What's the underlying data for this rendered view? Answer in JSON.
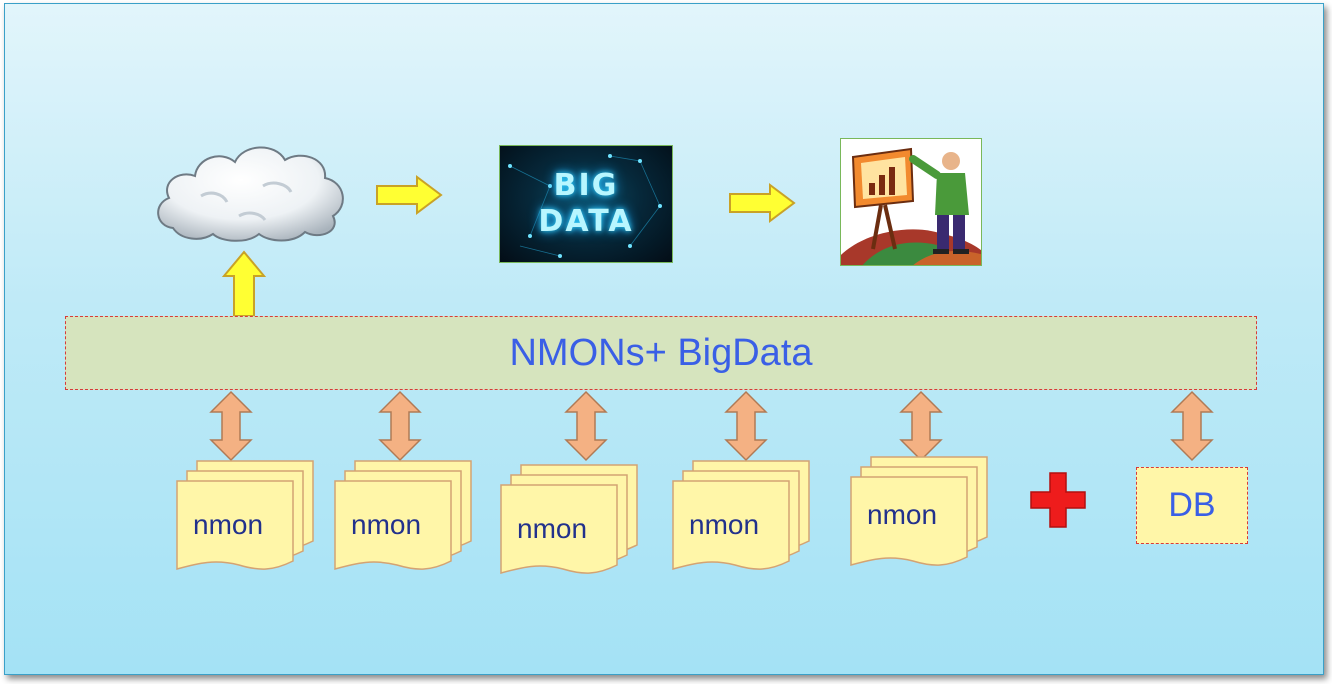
{
  "center_label": "NMONs+ BigData",
  "big_data_image": {
    "line1": "BIG",
    "line2": "DATA"
  },
  "nmon_files": [
    {
      "label": "nmon"
    },
    {
      "label": "nmon"
    },
    {
      "label": "nmon"
    },
    {
      "label": "nmon"
    },
    {
      "label": "nmon"
    }
  ],
  "db_label": "DB",
  "icons": {
    "cloud": "cloud-icon",
    "presenter": "presenter-chart-icon",
    "plus": "plus-icon",
    "arrow_right": "arrow-right-icon",
    "arrow_up": "arrow-up-icon",
    "arrow_updown": "bidirectional-arrow-icon"
  },
  "colors": {
    "band_fill": "#d6e4be",
    "band_border": "#d83a3a",
    "label_blue": "#3a5fe6",
    "arrow_yellow": "#ffff33",
    "arrow_orange": "#f4b183",
    "file_fill": "#fff6a8",
    "plus_red": "#ee1c1c"
  }
}
